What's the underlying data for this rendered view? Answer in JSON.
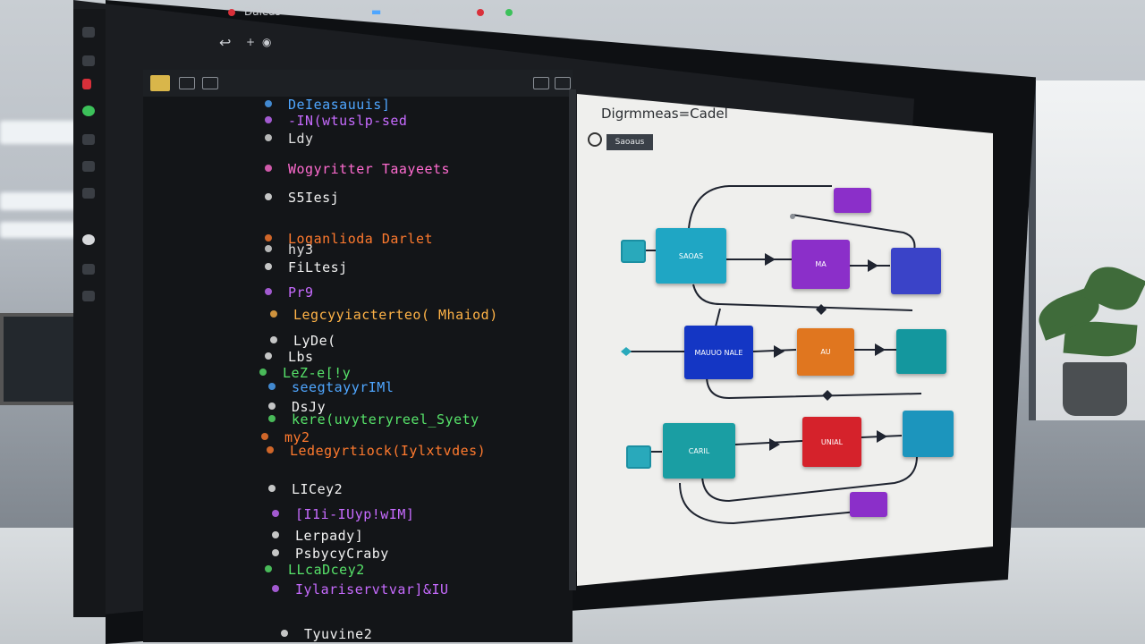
{
  "window": {
    "menu_label": "Daleas"
  },
  "editor": {
    "lines": [
      {
        "text": "DeIeasauuis]",
        "color": "#4fa6ff"
      },
      {
        "text": "-IN(wtuslp-sed",
        "color": "#c76bff"
      },
      {
        "text": "Ldy",
        "color": "#e0e0e0"
      },
      {
        "text": "Wogyritter  Taayeets",
        "color": "#ff6bd0"
      },
      {
        "text": "S5Iesj",
        "color": "#f2f2f2"
      },
      {
        "text": "Loganlioda Darlet",
        "color": "#ff7a2e"
      },
      {
        "text": "hy3",
        "color": "#e0e0e0"
      },
      {
        "text": "FiLtesj",
        "color": "#f2f2f2"
      },
      {
        "text": "Pr9",
        "color": "#c76bff"
      },
      {
        "text": "Legcyyiacterteo( Mhaiod)",
        "color": "#ffb347"
      },
      {
        "text": "LyDe(",
        "color": "#f2f2f2"
      },
      {
        "text": "Lbs",
        "color": "#f2f2f2"
      },
      {
        "text": "LeZ-e[!y",
        "color": "#57e36a"
      },
      {
        "text": "seegtayyrIMl",
        "color": "#4fa6ff"
      },
      {
        "text": "DsJy",
        "color": "#f2f2f2"
      },
      {
        "text": "kere(uvyteryreel_Syety",
        "color": "#57e36a"
      },
      {
        "text": "my2",
        "color": "#ff7a2e"
      },
      {
        "text": "Ledegyrtiock(Iylxtvdes)",
        "color": "#ff7a2e"
      },
      {
        "text": "LICey2",
        "color": "#f2f2f2"
      },
      {
        "text": "[I1i-IUyp!wIM]",
        "color": "#c76bff"
      },
      {
        "text": "Lerpady]",
        "color": "#f2f2f2"
      },
      {
        "text": "PsbycyCraby",
        "color": "#f2f2f2"
      },
      {
        "text": "LLcaDcey2",
        "color": "#57e36a"
      },
      {
        "text": "Iylariservtvar]&IU",
        "color": "#c76bff"
      },
      {
        "text": "Tyuvine2",
        "color": "#f2f2f2"
      }
    ]
  },
  "preview": {
    "title": "Digrmmeas=Cadel",
    "badge": "Saoaus",
    "nodes": [
      {
        "label": "",
        "color": "#8b2fc9"
      },
      {
        "label": "SAOAS",
        "color": "#1fa6c4"
      },
      {
        "label": "MA",
        "color": "#8b2fc9"
      },
      {
        "label": "",
        "color": "#3a43c8"
      },
      {
        "label": "MAUUO NALE",
        "color": "#1436c4"
      },
      {
        "label": "AU",
        "color": "#e0761f"
      },
      {
        "label": "",
        "color": "#14979e"
      },
      {
        "label": "CARIL",
        "color": "#1a9ea3"
      },
      {
        "label": "UNIAL",
        "color": "#d5222b"
      },
      {
        "label": "",
        "color": "#1c95bd"
      },
      {
        "label": "",
        "color": "#8b2fc9"
      }
    ],
    "tags": [
      "",
      "",
      ""
    ]
  },
  "colors": {
    "accent": "#1fa6c4",
    "editor_bg": "#131518",
    "preview_bg": "#efefed"
  }
}
